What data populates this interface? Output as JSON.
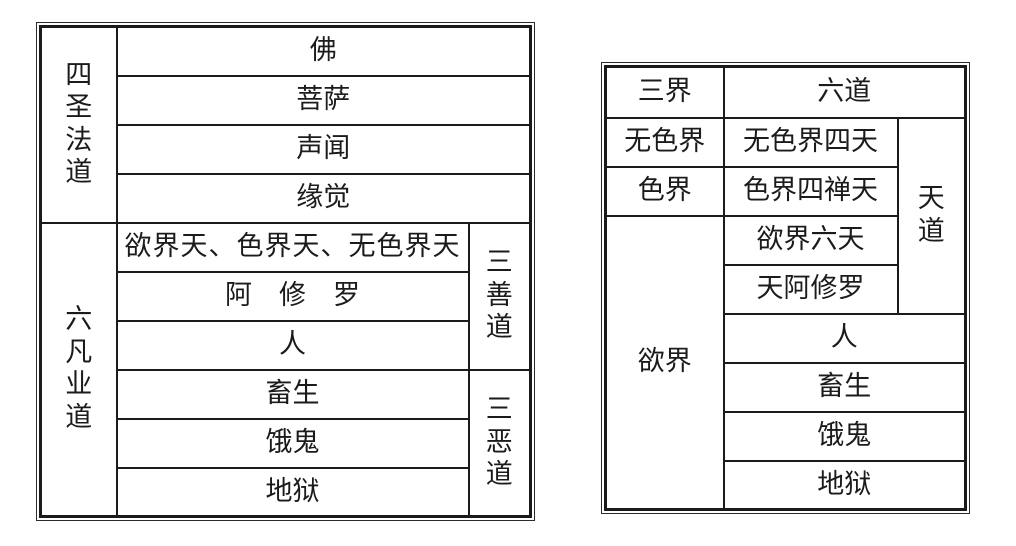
{
  "colors": {
    "ink": "#1b1b1b",
    "background": "#ffffff"
  },
  "left_table": {
    "group_sacred": "四\n圣\n法\n道",
    "rows_sacred": [
      "佛",
      "菩萨",
      "声闻",
      "缘觉"
    ],
    "group_ordinary": "六\n凡\n业\n道",
    "rows_good": [
      "欲界天、色界天、无色界天",
      "阿　修　罗",
      "人"
    ],
    "label_good": "三\n善\n道",
    "rows_evil": [
      "畜生",
      "饿鬼",
      "地狱"
    ],
    "label_evil": "三\n恶\n道"
  },
  "right_table": {
    "header_realms": "三界",
    "header_paths": "六道",
    "realms": [
      "无色界",
      "色界",
      "欲界"
    ],
    "label_heaven_path": "天\n道",
    "path_cells": [
      "无色界四天",
      "色界四禅天",
      "欲界六天",
      "天阿修罗",
      "人",
      "畜生",
      "饿鬼",
      "地狱"
    ]
  }
}
